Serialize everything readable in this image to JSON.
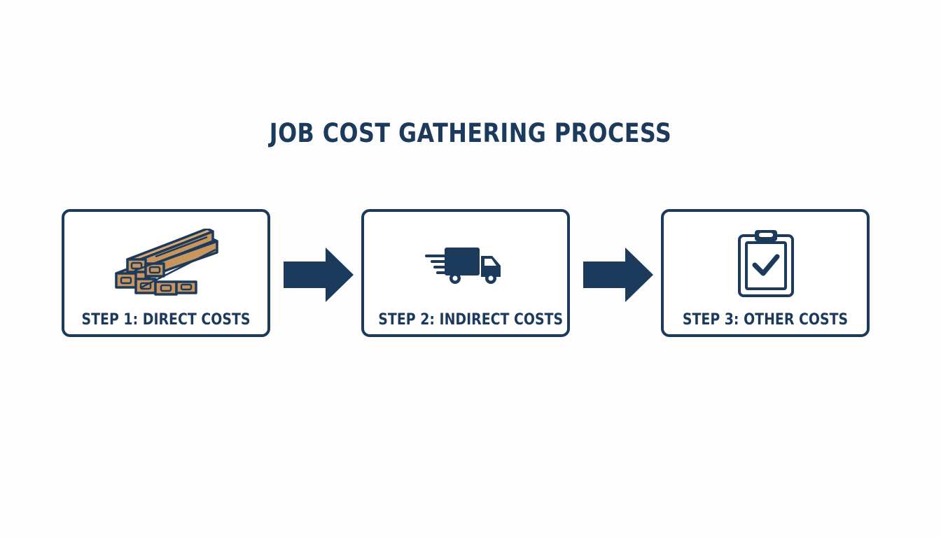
{
  "title": "JOB COST GATHERING PROCESS",
  "colors": {
    "primary": "#1c3a5c",
    "wood_fill": "#c9955e",
    "wood_light": "#d9a873",
    "background": "#fdfdfd"
  },
  "steps": [
    {
      "label": "STEP 1: DIRECT COSTS",
      "icon": "lumber-stack-icon"
    },
    {
      "label": "STEP 2: INDIRECT COSTS",
      "icon": "delivery-truck-icon"
    },
    {
      "label": "STEP 3: OTHER COSTS",
      "icon": "clipboard-check-icon"
    }
  ],
  "connectors": [
    "arrow-right-icon",
    "arrow-right-icon"
  ]
}
